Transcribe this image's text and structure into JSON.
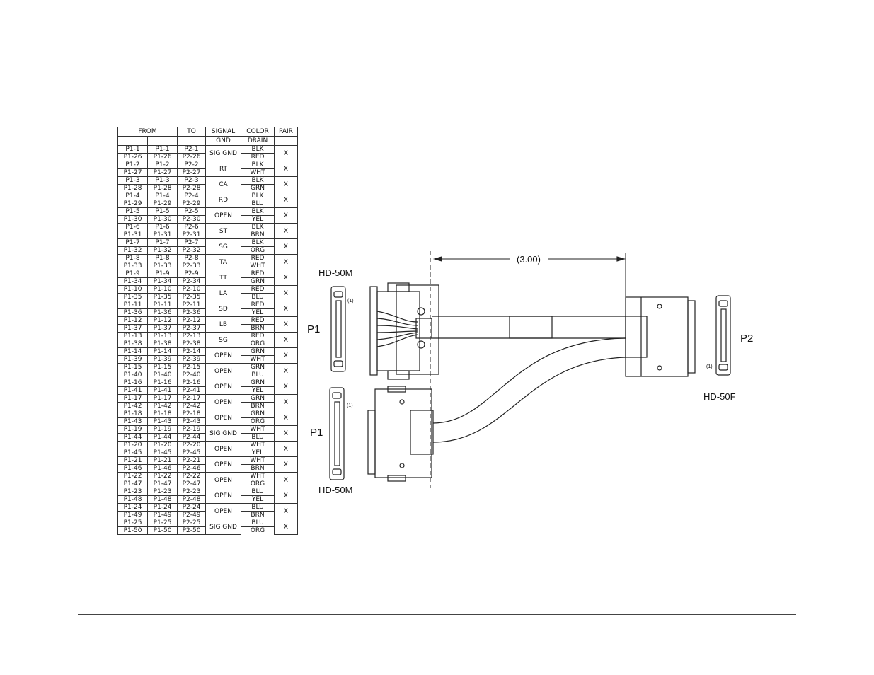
{
  "table": {
    "headers": [
      "FROM",
      "TO",
      "SIGNAL",
      "COLOR",
      "PAIR"
    ],
    "subheaders": [
      "GND",
      "DRAIN"
    ],
    "groups": [
      {
        "from": [
          [
            "P1-1",
            "P1-1"
          ],
          [
            "P1-26",
            "P1-26"
          ]
        ],
        "to": [
          "P2-1",
          "P2-26"
        ],
        "signal": "SIG GND",
        "colors": [
          "BLK",
          "RED"
        ],
        "pair": "X"
      },
      {
        "from": [
          [
            "P1-2",
            "P1-2"
          ],
          [
            "P1-27",
            "P1-27"
          ]
        ],
        "to": [
          "P2-2",
          "P2-27"
        ],
        "signal": "RT",
        "colors": [
          "BLK",
          "WHT"
        ],
        "pair": "X"
      },
      {
        "from": [
          [
            "P1-3",
            "P1-3"
          ],
          [
            "P1-28",
            "P1-28"
          ]
        ],
        "to": [
          "P2-3",
          "P2-28"
        ],
        "signal": "CA",
        "colors": [
          "BLK",
          "GRN"
        ],
        "pair": "X"
      },
      {
        "from": [
          [
            "P1-4",
            "P1-4"
          ],
          [
            "P1-29",
            "P1-29"
          ]
        ],
        "to": [
          "P2-4",
          "P2-29"
        ],
        "signal": "RD",
        "colors": [
          "BLK",
          "BLU"
        ],
        "pair": "X"
      },
      {
        "from": [
          [
            "P1-5",
            "P1-5"
          ],
          [
            "P1-30",
            "P1-30"
          ]
        ],
        "to": [
          "P2-5",
          "P2-30"
        ],
        "signal": "OPEN",
        "colors": [
          "BLK",
          "YEL"
        ],
        "pair": "X"
      },
      {
        "from": [
          [
            "P1-6",
            "P1-6"
          ],
          [
            "P1-31",
            "P1-31"
          ]
        ],
        "to": [
          "P2-6",
          "P2-31"
        ],
        "signal": "ST",
        "colors": [
          "BLK",
          "BRN"
        ],
        "pair": "X"
      },
      {
        "from": [
          [
            "P1-7",
            "P1-7"
          ],
          [
            "P1-32",
            "P1-32"
          ]
        ],
        "to": [
          "P2-7",
          "P2-32"
        ],
        "signal": "SG",
        "colors": [
          "BLK",
          "ORG"
        ],
        "pair": "X"
      },
      {
        "from": [
          [
            "P1-8",
            "P1-8"
          ],
          [
            "P1-33",
            "P1-33"
          ]
        ],
        "to": [
          "P2-8",
          "P2-33"
        ],
        "signal": "TA",
        "colors": [
          "RED",
          "WHT"
        ],
        "pair": "X"
      },
      {
        "from": [
          [
            "P1-9",
            "P1-9"
          ],
          [
            "P1-34",
            "P1-34"
          ]
        ],
        "to": [
          "P2-9",
          "P2-34"
        ],
        "signal": "TT",
        "colors": [
          "RED",
          "GRN"
        ],
        "pair": "X"
      },
      {
        "from": [
          [
            "P1-10",
            "P1-10"
          ],
          [
            "P1-35",
            "P1-35"
          ]
        ],
        "to": [
          "P2-10",
          "P2-35"
        ],
        "signal": "LA",
        "colors": [
          "RED",
          "BLU"
        ],
        "pair": "X"
      },
      {
        "from": [
          [
            "P1-11",
            "P1-11"
          ],
          [
            "P1-36",
            "P1-36"
          ]
        ],
        "to": [
          "P2-11",
          "P2-36"
        ],
        "signal": "SD",
        "colors": [
          "RED",
          "YEL"
        ],
        "pair": "X"
      },
      {
        "from": [
          [
            "P1-12",
            "P1-12"
          ],
          [
            "P1-37",
            "P1-37"
          ]
        ],
        "to": [
          "P2-12",
          "P2-37"
        ],
        "signal": "LB",
        "colors": [
          "RED",
          "BRN"
        ],
        "pair": "X"
      },
      {
        "from": [
          [
            "P1-13",
            "P1-13"
          ],
          [
            "P1-38",
            "P1-38"
          ]
        ],
        "to": [
          "P2-13",
          "P2-38"
        ],
        "signal": "SG",
        "colors": [
          "RED",
          "ORG"
        ],
        "pair": "X"
      },
      {
        "from": [
          [
            "P1-14",
            "P1-14"
          ],
          [
            "P1-39",
            "P1-39"
          ]
        ],
        "to": [
          "P2-14",
          "P2-39"
        ],
        "signal": "OPEN",
        "colors": [
          "GRN",
          "WHT"
        ],
        "pair": "X"
      },
      {
        "from": [
          [
            "P1-15",
            "P1-15"
          ],
          [
            "P1-40",
            "P1-40"
          ]
        ],
        "to": [
          "P2-15",
          "P2-40"
        ],
        "signal": "OPEN",
        "colors": [
          "GRN",
          "BLU"
        ],
        "pair": "X"
      },
      {
        "from": [
          [
            "P1-16",
            "P1-16"
          ],
          [
            "P1-41",
            "P1-41"
          ]
        ],
        "to": [
          "P2-16",
          "P2-41"
        ],
        "signal": "OPEN",
        "colors": [
          "GRN",
          "YEL"
        ],
        "pair": "X"
      },
      {
        "from": [
          [
            "P1-17",
            "P1-17"
          ],
          [
            "P1-42",
            "P1-42"
          ]
        ],
        "to": [
          "P2-17",
          "P2-42"
        ],
        "signal": "OPEN",
        "colors": [
          "GRN",
          "BRN"
        ],
        "pair": "X"
      },
      {
        "from": [
          [
            "P1-18",
            "P1-18"
          ],
          [
            "P1-43",
            "P1-43"
          ]
        ],
        "to": [
          "P2-18",
          "P2-43"
        ],
        "signal": "OPEN",
        "colors": [
          "GRN",
          "ORG"
        ],
        "pair": "X"
      },
      {
        "from": [
          [
            "P1-19",
            "P1-19"
          ],
          [
            "P1-44",
            "P1-44"
          ]
        ],
        "to": [
          "P2-19",
          "P2-44"
        ],
        "signal": "SIG GND",
        "colors": [
          "WHT",
          "BLU"
        ],
        "pair": "X"
      },
      {
        "from": [
          [
            "P1-20",
            "P1-20"
          ],
          [
            "P1-45",
            "P1-45"
          ]
        ],
        "to": [
          "P2-20",
          "P2-45"
        ],
        "signal": "OPEN",
        "colors": [
          "WHT",
          "YEL"
        ],
        "pair": "X"
      },
      {
        "from": [
          [
            "P1-21",
            "P1-21"
          ],
          [
            "P1-46",
            "P1-46"
          ]
        ],
        "to": [
          "P2-21",
          "P2-46"
        ],
        "signal": "OPEN",
        "colors": [
          "WHT",
          "BRN"
        ],
        "pair": "X"
      },
      {
        "from": [
          [
            "P1-22",
            "P1-22"
          ],
          [
            "P1-47",
            "P1-47"
          ]
        ],
        "to": [
          "P2-22",
          "P2-47"
        ],
        "signal": "OPEN",
        "colors": [
          "WHT",
          "ORG"
        ],
        "pair": "X"
      },
      {
        "from": [
          [
            "P1-23",
            "P1-23"
          ],
          [
            "P1-48",
            "P1-48"
          ]
        ],
        "to": [
          "P2-23",
          "P2-48"
        ],
        "signal": "OPEN",
        "colors": [
          "BLU",
          "YEL"
        ],
        "pair": "X"
      },
      {
        "from": [
          [
            "P1-24",
            "P1-24"
          ],
          [
            "P1-49",
            "P1-49"
          ]
        ],
        "to": [
          "P2-24",
          "P2-49"
        ],
        "signal": "OPEN",
        "colors": [
          "BLU",
          "BRN"
        ],
        "pair": "X"
      },
      {
        "from": [
          [
            "P1-25",
            "P1-25"
          ],
          [
            "P1-50",
            "P1-50"
          ]
        ],
        "to": [
          "P2-25",
          "P2-50"
        ],
        "signal": "SIG GND",
        "colors": [
          "BLU",
          "ORG"
        ],
        "pair": "X"
      }
    ]
  },
  "diagram": {
    "dimension": "(3.00)",
    "connector_top": "HD-50M",
    "connector_bottom": "HD-50M",
    "connector_right": "HD-50F",
    "p1_top": "P1",
    "p1_bottom": "P1",
    "p2": "P2",
    "pin1_marker": "(1)"
  }
}
